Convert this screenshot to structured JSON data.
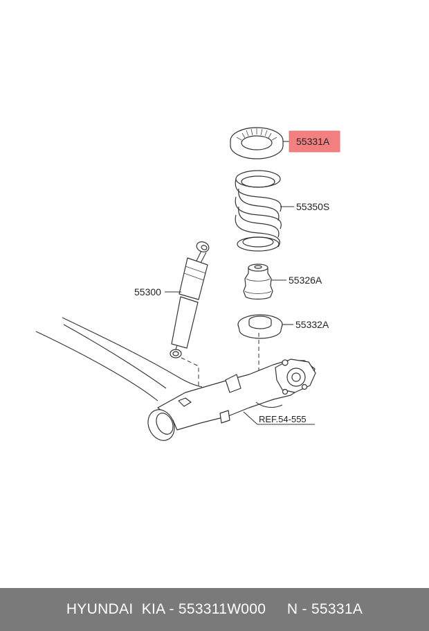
{
  "parts": {
    "spring_pad_upper": "55331A",
    "coil_spring": "55350S",
    "bump_stopper": "55326A",
    "spring_pad_lower": "55332A",
    "shock_absorber": "55300",
    "reference": "REF.54-555"
  },
  "highlight_color": "#f28080",
  "footer": {
    "text": "HYUNDAI  KIA - 553311W000     N - 55331A"
  }
}
